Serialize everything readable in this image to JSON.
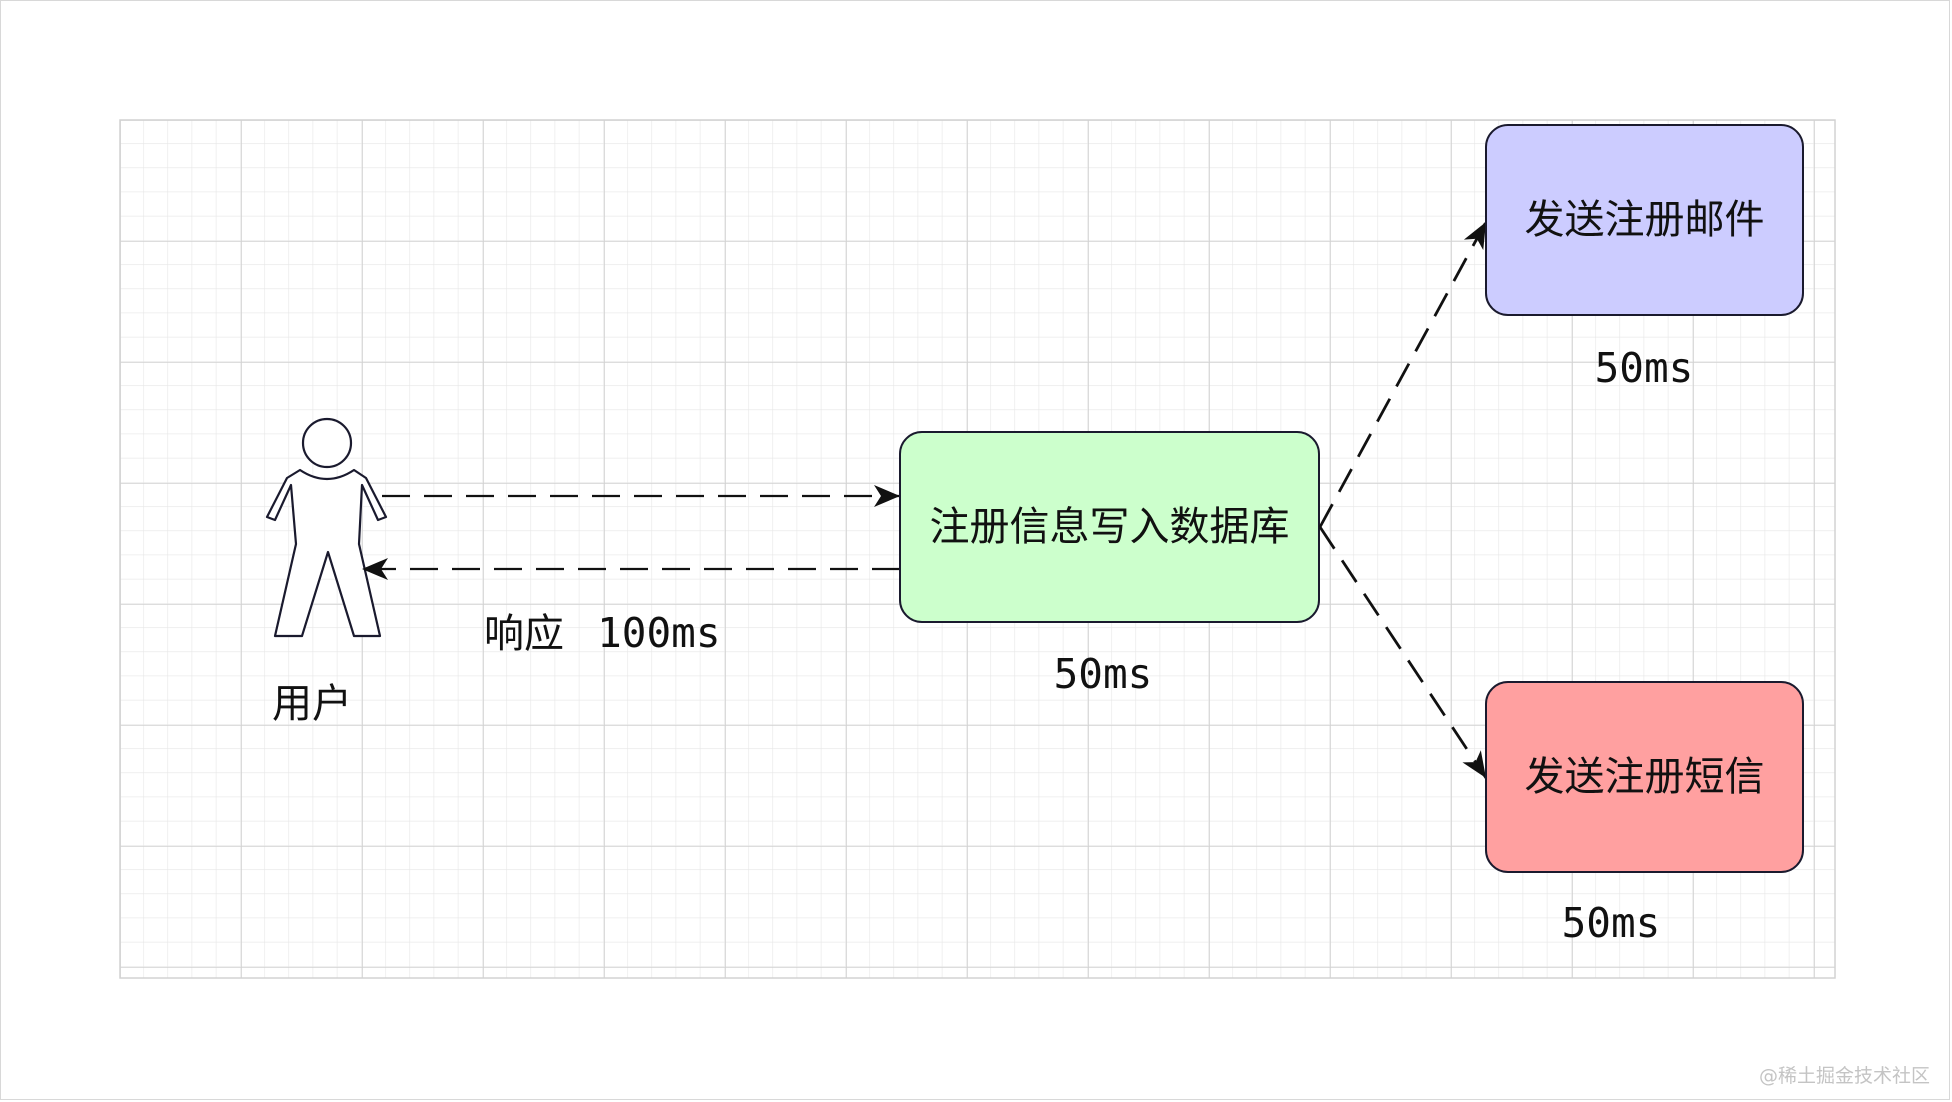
{
  "nodes": {
    "db_write": {
      "label": "注册信息写入数据库",
      "fill": "#ccffcc",
      "time": "50ms"
    },
    "email": {
      "label": "发送注册邮件",
      "fill": "#ccccff",
      "time": "50ms"
    },
    "sms": {
      "label": "发送注册短信",
      "fill": "#ffa0a0",
      "time": "50ms"
    }
  },
  "actor": {
    "label": "用户"
  },
  "response": {
    "label": "响应",
    "time": "100ms"
  },
  "watermark": "@稀土掘金技术社区",
  "colors": {
    "grid_minor": "#e6e6e6",
    "grid_major": "#d2d2d2",
    "stroke": "#1a1a2e",
    "edge": "#111111"
  }
}
